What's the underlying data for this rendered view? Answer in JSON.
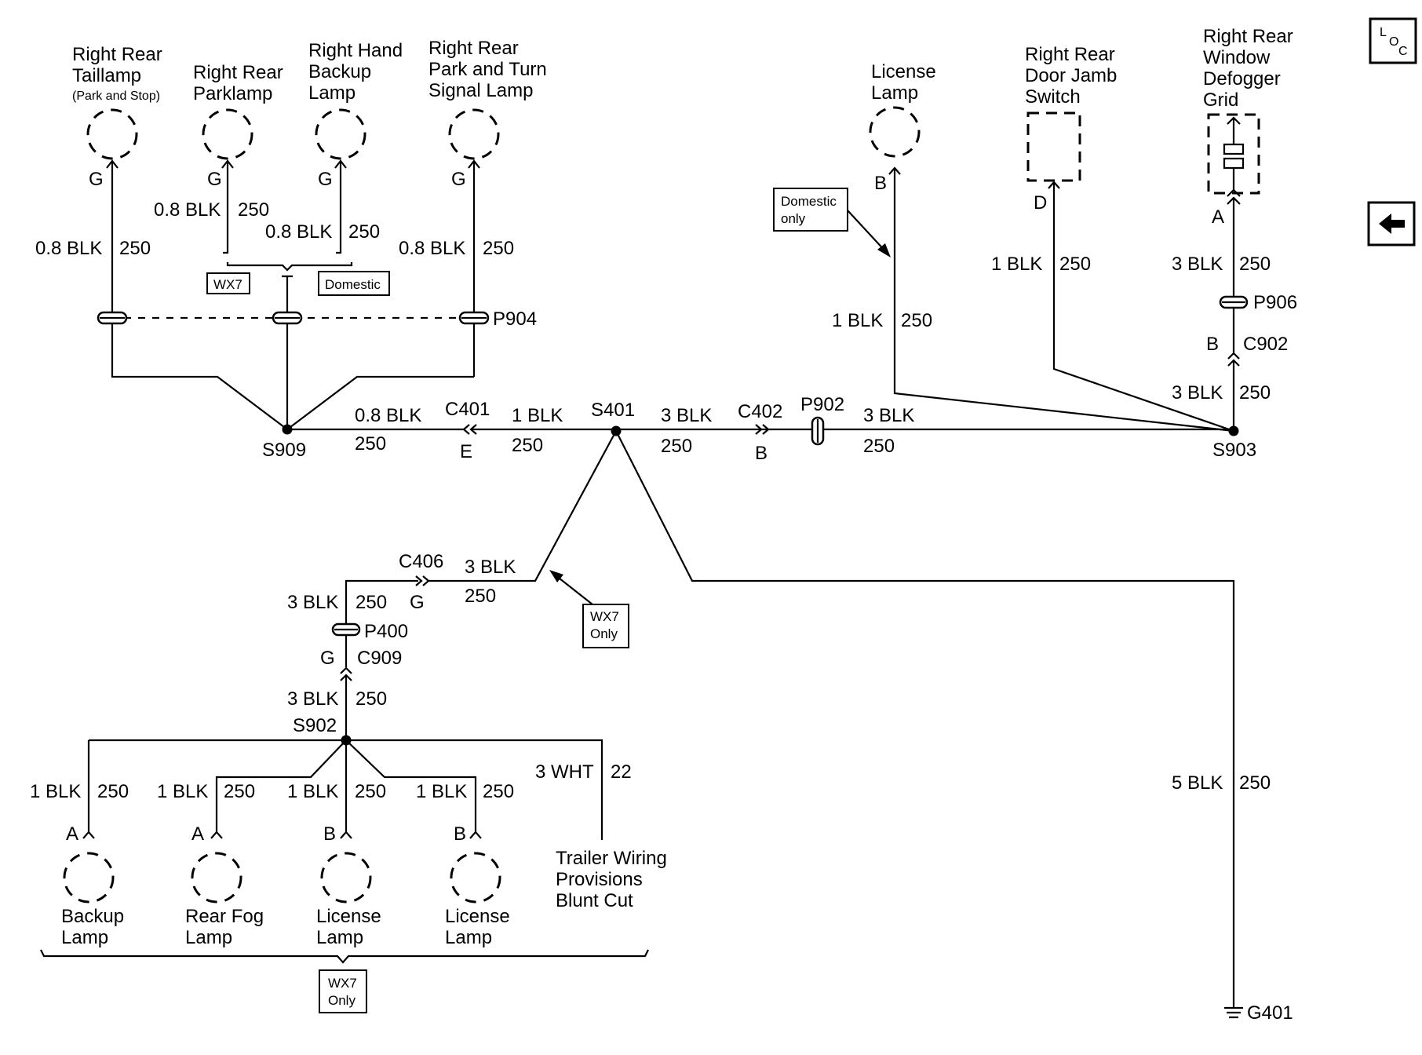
{
  "components": {
    "rr_taillamp": {
      "name": [
        "Right Rear",
        "Taillamp"
      ],
      "note": "(Park and Stop)",
      "pin": "G",
      "gauge": "0.8 BLK",
      "circuit": "250"
    },
    "rr_parklamp": {
      "name": [
        "Right Rear",
        "Parklamp"
      ],
      "pin": "G",
      "gauge": "0.8 BLK",
      "circuit": "250"
    },
    "rh_backup_lamp": {
      "name": [
        "Right Hand",
        "Backup",
        "Lamp"
      ],
      "pin": "G",
      "gauge": "0.8 BLK",
      "circuit": "250"
    },
    "rr_park_turn_lamp": {
      "name": [
        "Right Rear",
        "Park and Turn",
        "Signal Lamp"
      ],
      "pin": "G",
      "gauge": "0.8 BLK",
      "circuit": "250"
    },
    "license_lamp_upper": {
      "name": [
        "License",
        "Lamp"
      ],
      "pin": "B",
      "gauge": "1 BLK",
      "circuit": "250"
    },
    "rr_door_jamb_switch": {
      "name": [
        "Right Rear",
        "Door Jamb",
        "Switch"
      ],
      "pin": "D",
      "gauge": "1 BLK",
      "circuit": "250"
    },
    "rr_window_defogger": {
      "name": [
        "Right Rear",
        "Window",
        "Defogger",
        "Grid"
      ],
      "pin": "A",
      "gauge": "3 BLK",
      "circuit": "250"
    },
    "backup_lamp": {
      "name": [
        "Backup",
        "Lamp"
      ],
      "pin": "A",
      "gauge": "1 BLK",
      "circuit": "250"
    },
    "rear_fog_lamp": {
      "name": [
        "Rear Fog",
        "Lamp"
      ],
      "pin": "A",
      "gauge": "1 BLK",
      "circuit": "250"
    },
    "license_lamp_1": {
      "name": [
        "License",
        "Lamp"
      ],
      "pin": "B",
      "gauge": "1 BLK",
      "circuit": "250"
    },
    "license_lamp_2": {
      "name": [
        "License",
        "Lamp"
      ],
      "pin": "B",
      "gauge": "1 BLK",
      "circuit": "250"
    },
    "trailer_wiring": {
      "name": [
        "Trailer Wiring",
        "Provisions",
        "Blunt Cut"
      ],
      "gauge": "3 WHT",
      "circuit": "22"
    }
  },
  "option_labels": {
    "wx7": "WX7",
    "domestic": "Domestic",
    "domestic_only": [
      "Domestic",
      "only"
    ],
    "wx7_only": [
      "WX7",
      "Only"
    ]
  },
  "splices": {
    "s909": "S909",
    "s401": "S401",
    "s903": "S903",
    "s902": "S902"
  },
  "connectors": {
    "c401": {
      "name": "C401",
      "pin": "E"
    },
    "c402": {
      "name": "C402",
      "pin": "B"
    },
    "c406": {
      "name": "C406",
      "pin": "G"
    },
    "c909": {
      "name": "C909",
      "pin": "G"
    },
    "c902": {
      "name": "C902",
      "pin": "B"
    }
  },
  "pass_throughs": {
    "p904": "P904",
    "p902": "P902",
    "p906": "P906",
    "p400": "P400"
  },
  "ground": "G401",
  "wires": {
    "s909_c401": {
      "gauge": "0.8 BLK",
      "circuit": "250"
    },
    "c401_s401": {
      "gauge": "1 BLK",
      "circuit": "250"
    },
    "s401_c402": {
      "gauge": "3 BLK",
      "circuit": "250"
    },
    "p902_s903": {
      "gauge": "3 BLK",
      "circuit": "250"
    },
    "c902_s903": {
      "gauge": "3 BLK",
      "circuit": "250"
    },
    "license_to_s903": {
      "gauge": "1 BLK",
      "circuit": "250"
    },
    "c406_s401": {
      "gauge": "3 BLK",
      "circuit": "250"
    },
    "p400_c406": {
      "gauge": "3 BLK",
      "circuit": "250"
    },
    "c909_s902": {
      "gauge": "3 BLK",
      "circuit": "250"
    },
    "s401_g401": {
      "gauge": "5 BLK",
      "circuit": "250"
    }
  },
  "nav": {
    "loc_icon": "LOC",
    "back_icon": "left-arrow"
  }
}
